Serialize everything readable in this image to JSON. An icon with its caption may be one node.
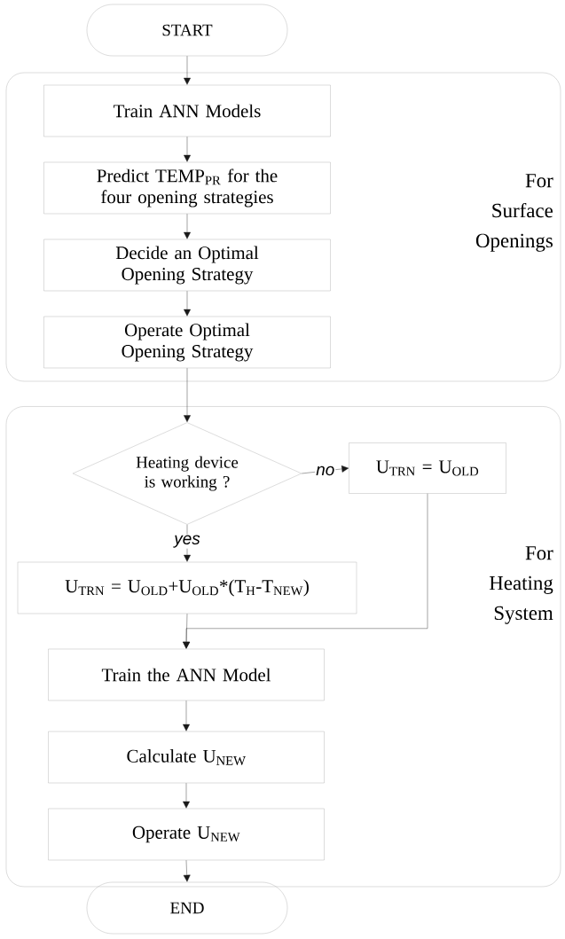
{
  "diagram": {
    "nodes": [
      {
        "text": [
          "START"
        ]
      },
      {
        "text": [
          "For Surface Openings"
        ]
      },
      {
        "text": [
          "Train ANN Models"
        ],
        "in": 1
      },
      {
        "text": [
          "Predict TEMP$_{PR}$ for the four opening strategies"
        ],
        "in": 1
      },
      {
        "text": [
          "Decide an Optimal Opening Strategy"
        ],
        "in": 1
      },
      {
        "text": [
          "Operate Optimal Opening Strategy"
        ],
        "in": 1
      },
      {
        "text": [
          "For Heating System"
        ]
      },
      {
        "text": [
          "Heating device is working ?"
        ],
        "in": 6
      },
      {
        "text": [
          "U$_{TRN}$ = U$_{OLD}$"
        ],
        "in": 6
      },
      {
        "text": [
          "U$_{TRN}$ = U$_{OLD}$+U$_{OLD}$*(T$_{H}$-T$_{NEW}$)"
        ],
        "in": 6
      },
      {
        "text": [
          "Train the ANN Model"
        ],
        "in": 6
      },
      {
        "text": [
          "Calculate U$_{NEW}$"
        ],
        "in": 6
      },
      {
        "text": [
          "Operate U$_{NEW}$"
        ],
        "in": 6
      },
      {
        "text": [
          "END"
        ]
      }
    ],
    "edges": [
      {
        "from": 0,
        "to": 2,
        "arrow": "to"
      },
      {
        "from": 2,
        "to": 3,
        "arrow": "to"
      },
      {
        "from": 3,
        "to": 4,
        "arrow": "to"
      },
      {
        "from": 4,
        "to": 5,
        "arrow": "to"
      },
      {
        "from": 5,
        "to": 7,
        "arrow": "to"
      },
      {
        "from": 7,
        "to": 8,
        "arrow": "to",
        "label": "no"
      },
      {
        "from": 7,
        "to": 9,
        "arrow": "to",
        "label": "yes"
      },
      {
        "from": 9,
        "to": 10,
        "arrow": "to"
      },
      {
        "from": 8,
        "to": 10,
        "arrow": "to"
      },
      {
        "from": 10,
        "to": 11,
        "arrow": "to"
      },
      {
        "from": 11,
        "to": 12,
        "arrow": "to"
      },
      {
        "from": 12,
        "to": 13,
        "arrow": "to"
      }
    ]
  }
}
